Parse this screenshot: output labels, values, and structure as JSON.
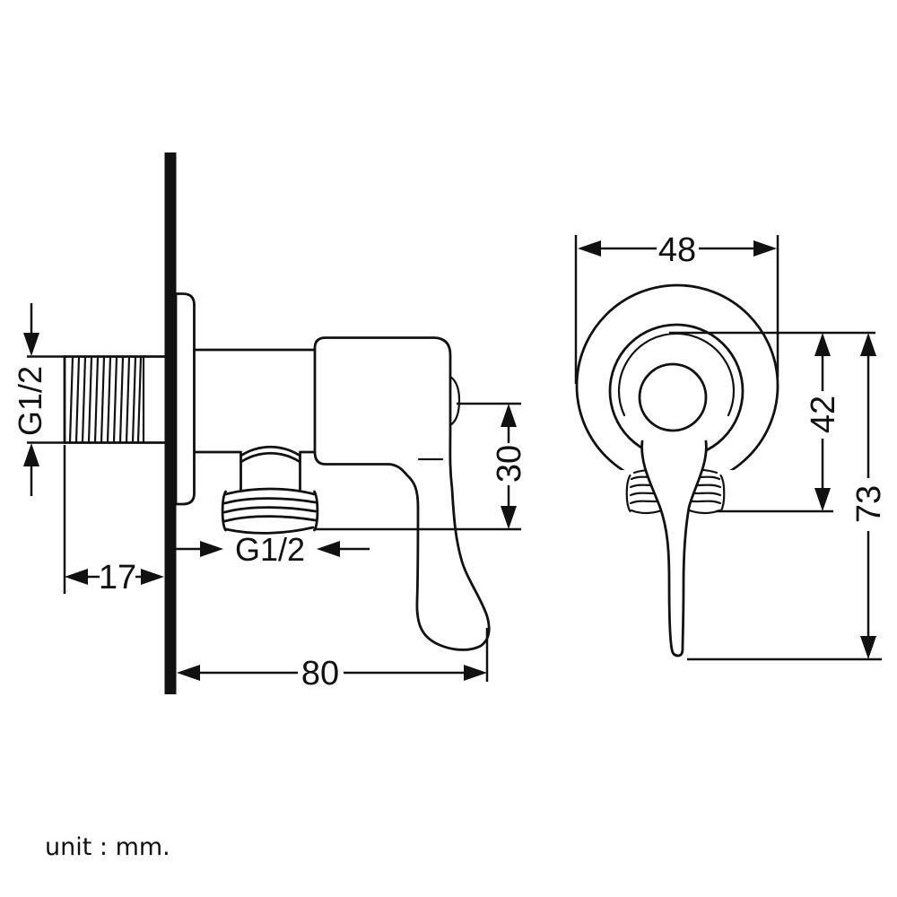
{
  "unit_note": "unit : mm.",
  "colors": {
    "line": "#111111",
    "background": "#ffffff"
  },
  "drawing": {
    "type": "technical-drawing",
    "subject": "angle valve with lever handle, two orthographic views",
    "side_view": {
      "labels": {
        "inlet_thread": "G1/2",
        "inlet_thread_length": "17",
        "outlet_thread": "G1/2",
        "center_to_outlet_end": "30",
        "wall_to_handle_tip": "80"
      }
    },
    "front_view": {
      "labels": {
        "flange_width": "48",
        "top_to_outlet_end": "42",
        "overall_height": "73"
      }
    }
  }
}
